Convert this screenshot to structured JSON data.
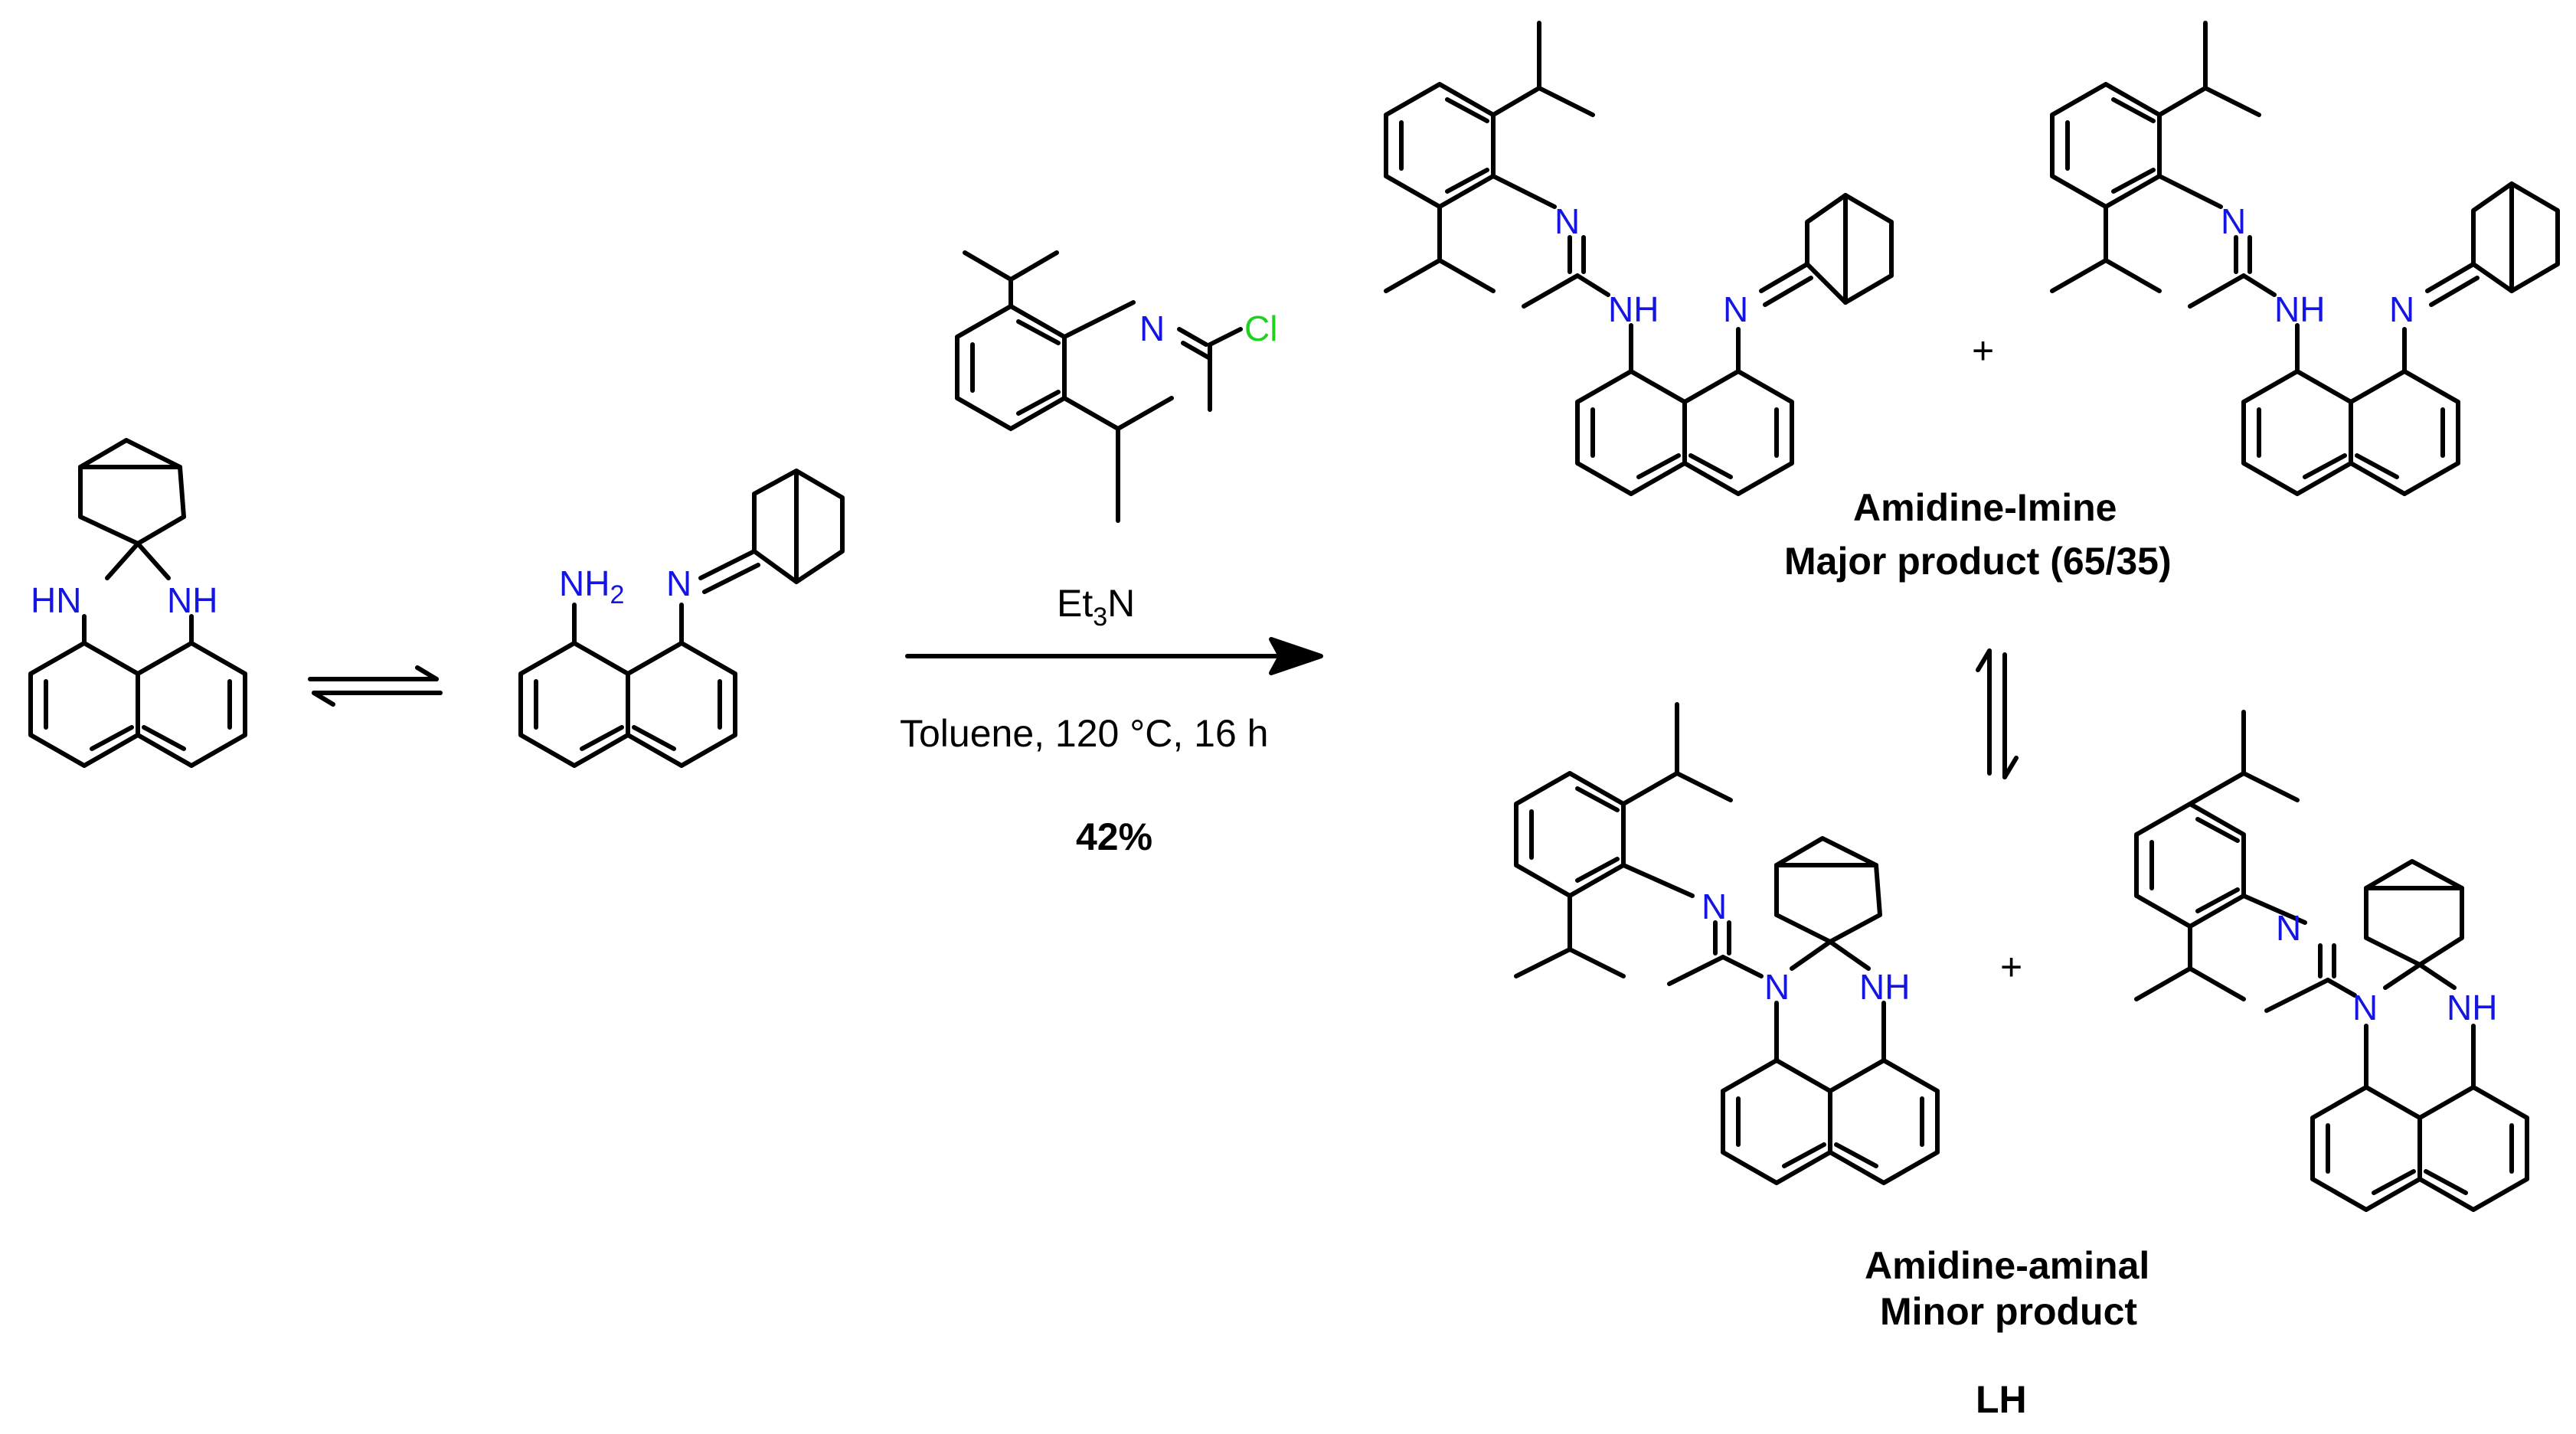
{
  "labels": {
    "NH": "NH",
    "HN": "HN",
    "N": "N",
    "NH2_main": "NH",
    "NH2_sub": "2",
    "Cl": "Cl",
    "plus": "+"
  },
  "reaction": {
    "base_main": "Et",
    "base_sub": "3",
    "base_tail": "N",
    "conditions": "Toluene,  120 °C, 16 h",
    "yield": "42%"
  },
  "products": {
    "major_line1": "Amidine-Imine",
    "major_line2": "Major product (65/35)",
    "minor_line1": "Amidine-aminal",
    "minor_line2": "Minor product",
    "ligand": "LH"
  },
  "colors": {
    "bond": "#000000",
    "nitrogen": "#1515e0",
    "chlorine": "#1fd21f"
  }
}
